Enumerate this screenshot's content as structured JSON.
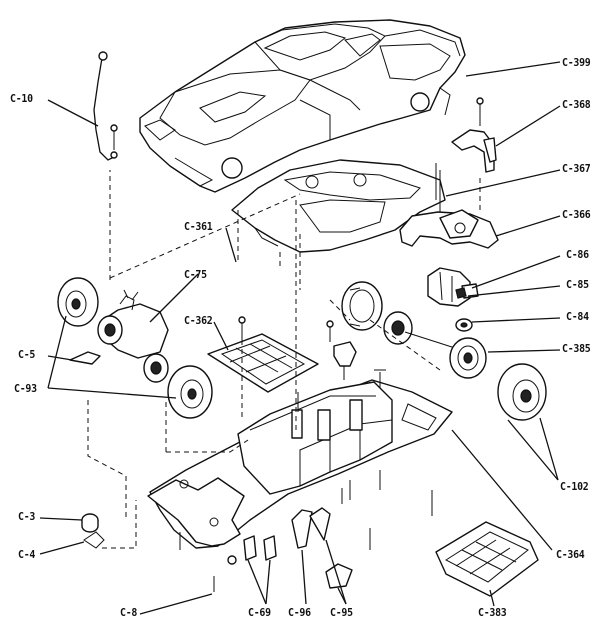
{
  "labels": {
    "c399": "C-399",
    "c368": "C-368",
    "c10": "C-10",
    "c367": "C-367",
    "c366": "C-366",
    "c361": "C-361",
    "c86": "C-86",
    "c85": "C-85",
    "c75": "C-75",
    "c84": "C-84",
    "c362": "C-362",
    "c385": "C-385",
    "c5": "C-5",
    "c93": "C-93",
    "c102": "C-102",
    "c3": "C-3",
    "c4": "C-4",
    "c364": "C-364",
    "c8": "C-8",
    "c69": "C-69",
    "c96": "C-96",
    "c95": "C-95",
    "c383": "C-383"
  }
}
